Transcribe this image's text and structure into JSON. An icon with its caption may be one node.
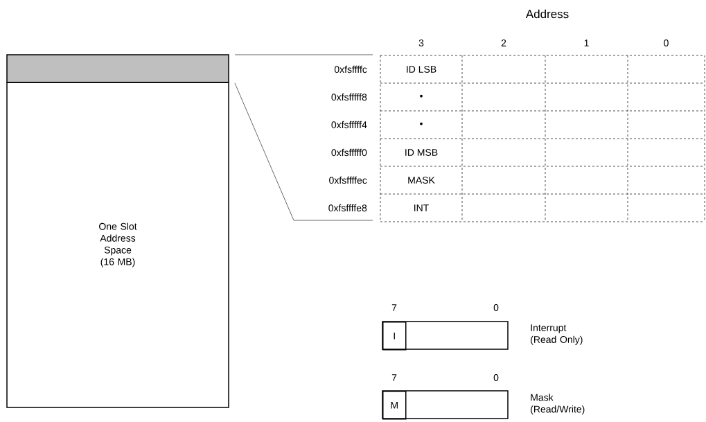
{
  "diagram": {
    "nodes": [
      {
        "text": [],
        "shape": "bar"
      },
      {
        "text": [
          "One Slot Address Space (16 MB)"
        ]
      },
      {
        "text": [
          "I"
        ],
        "beside": [
          "Interrupt (Read Only)"
        ]
      },
      {
        "text": [
          "M"
        ],
        "beside": [
          "Mask (Read/Write)"
        ]
      }
    ],
    "labels": [
      "Address",
      "3",
      "2",
      "1",
      "0",
      "0xfsffffc",
      "ID LSB",
      "0xfsfffff8",
      "•",
      "0xfsfffff4",
      "•",
      "0xfsfffff0",
      "ID MSB",
      "0xfsffffec",
      "MASK",
      "0xfsffffe8",
      "INT",
      "7",
      "0",
      "7",
      "0"
    ]
  }
}
